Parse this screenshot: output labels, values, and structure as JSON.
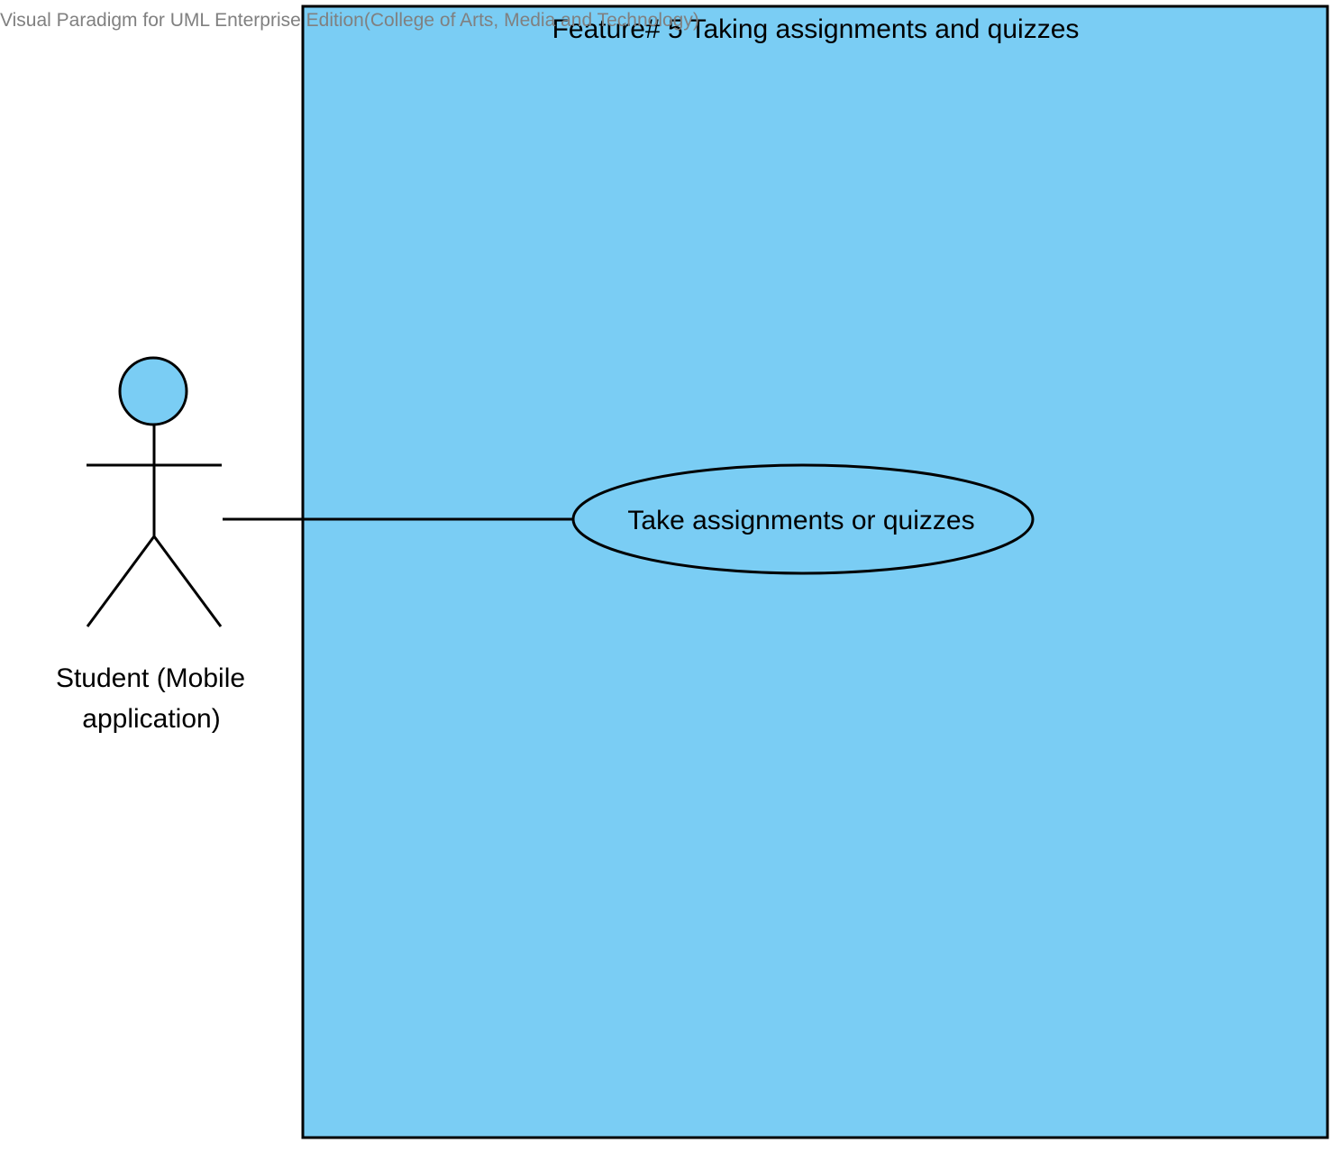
{
  "watermark": "Visual Paradigm for UML Enterprise Edition(College of Arts, Media and Technology)",
  "system": {
    "title": "Feature# 5 Taking assignments and quizzes"
  },
  "actor": {
    "label_line1": "Student (Mobile",
    "label_line2": "application)"
  },
  "use_case": {
    "label": "Take assignments or quizzes"
  },
  "colors": {
    "boundary_fill": "#7ACDF4",
    "actor_head_fill": "#7ACDF4",
    "use_case_fill": "#7ACDF4",
    "stroke": "#000000",
    "watermark": "#808080"
  }
}
